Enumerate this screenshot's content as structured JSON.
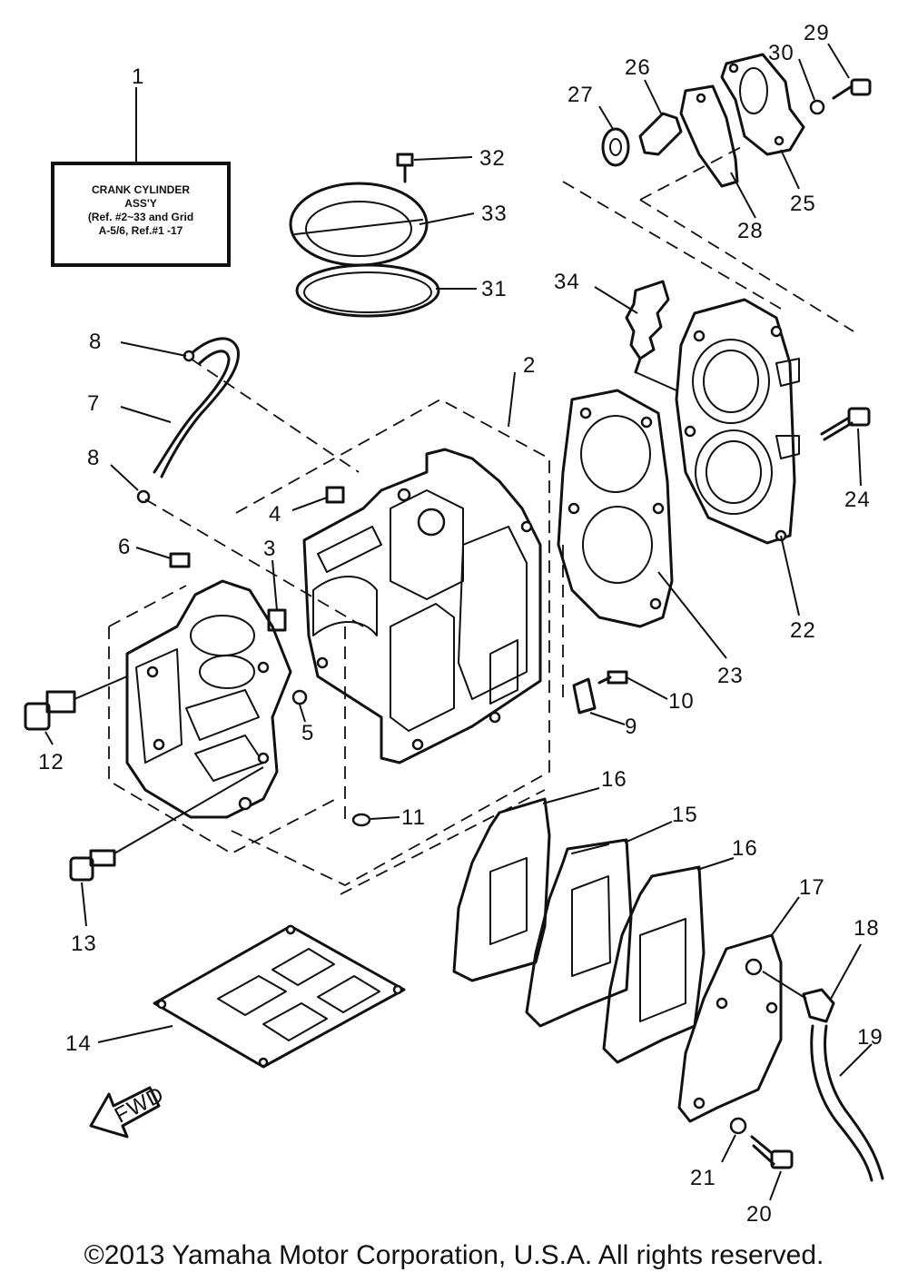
{
  "title_box": {
    "line1": "CRANK CYLINDER",
    "line2": "ASS'Y",
    "line3": "(Ref. #2~33 and Grid",
    "line4": "A-5/6, Ref.#1 -17"
  },
  "fwd_label": "FWD",
  "callouts": [
    "1",
    "2",
    "3",
    "4",
    "5",
    "6",
    "7",
    "8",
    "8",
    "9",
    "10",
    "11",
    "12",
    "13",
    "14",
    "15",
    "16",
    "16",
    "17",
    "18",
    "19",
    "20",
    "21",
    "22",
    "23",
    "24",
    "25",
    "26",
    "27",
    "28",
    "29",
    "30",
    "31",
    "32",
    "33",
    "34"
  ],
  "copyright": "©2013 Yamaha Motor Corporation, U.S.A. All rights reserved."
}
